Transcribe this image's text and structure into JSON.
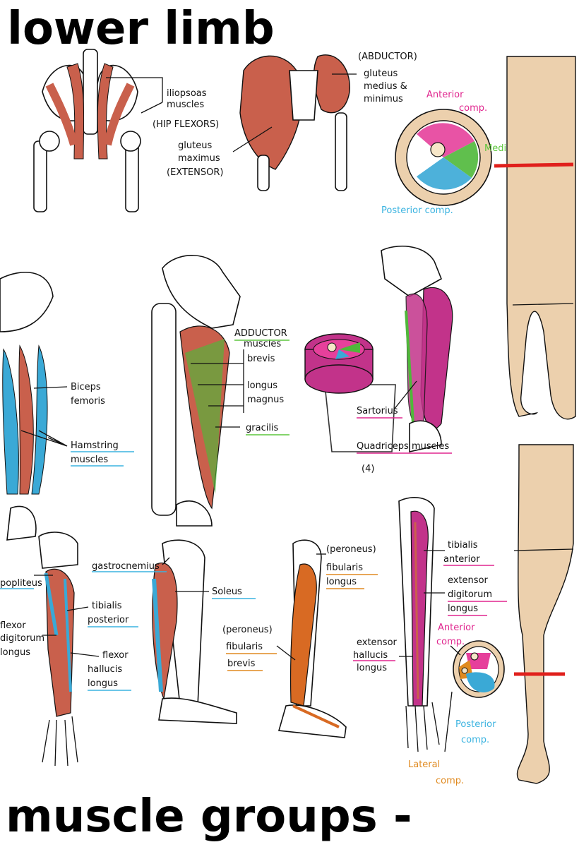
{
  "title_top": "lower   limb",
  "title_bottom": "muscle  groups -",
  "colors": {
    "muscle_red": "#c9604c",
    "muscle_green": "#4fb83a",
    "muscle_blue": "#3aa9d6",
    "muscle_magenta": "#c2338a",
    "muscle_orange": "#d86a23",
    "skin": "#ecd0ad",
    "marker_red": "#e0201c",
    "underline_pink": "#e0278f",
    "underline_blue": "#3ab3e0",
    "underline_orange": "#e08a20",
    "underline_green": "#5cc63b"
  },
  "labels": {
    "iliopsoas": [
      "iliopsoas",
      "muscles",
      "(HIP FLEXORS)"
    ],
    "abductor": [
      "(ABDUCTOR)",
      "gluteus",
      "medius &",
      "minimus"
    ],
    "gluteus_max": [
      "gluteus",
      "maximus",
      "(EXTENSOR)"
    ],
    "thigh_anterior": [
      "Anterior",
      "comp."
    ],
    "thigh_medial": "Medial comp",
    "thigh_posterior": "Posterior comp.",
    "biceps": [
      "Biceps",
      "femoris"
    ],
    "hamstring": [
      "Hamstring",
      "muscles"
    ],
    "adductor": [
      "ADDUCTOR",
      "muscles"
    ],
    "adductor_parts": [
      "brevis",
      "longus",
      "magnus",
      "gracilis"
    ],
    "sartorius": "Sartorius",
    "quadriceps": [
      "Quadriceps muscles",
      "(4)"
    ],
    "popliteus": "popliteus",
    "flexor_dig": [
      "flexor",
      "digitorum",
      "longus"
    ],
    "tib_post": [
      "tibialis",
      "posterior"
    ],
    "flexor_hal": [
      "flexor",
      "hallucis",
      "longus"
    ],
    "gastrocnemius": "gastrocnemius",
    "soleus": "Soleus",
    "fib_longus": [
      "(peroneus)",
      "fibularis",
      "longus"
    ],
    "fib_brevis": [
      "(peroneus)",
      "fibularis",
      "brevis"
    ],
    "tib_ant": [
      "tibialis",
      "anterior"
    ],
    "ext_dig": [
      "extensor",
      "digitorum",
      "longus"
    ],
    "ext_hal": [
      "extensor",
      "hallucis",
      "longus"
    ],
    "leg_anterior": [
      "Anterior",
      "comp."
    ],
    "leg_posterior": [
      "Posterior",
      "comp."
    ],
    "leg_lateral": [
      "Lateral",
      "comp."
    ]
  }
}
